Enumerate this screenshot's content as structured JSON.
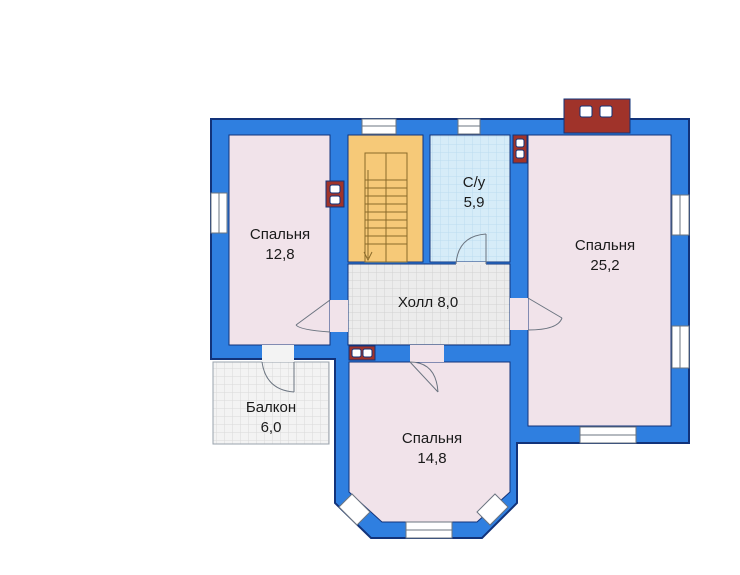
{
  "plan": {
    "colors": {
      "wall": "#2f7fe0",
      "wall_outline": "#12337a",
      "bedroom_floor": "#f1e3ea",
      "hall_floor": "#ececec",
      "bathroom_floor": "#d6ecf8",
      "stair_floor": "#f6c978",
      "balcony_floor": "#f3f3f3",
      "chimney": "#a0332a"
    },
    "rooms": {
      "bedroom_left": {
        "name": "Спальня",
        "area": "12,8"
      },
      "bathroom": {
        "name": "С/у",
        "area": "5,9"
      },
      "bedroom_right": {
        "name": "Спальня",
        "area": "25,2"
      },
      "hall": {
        "label": "Холл 8,0"
      },
      "balcony": {
        "name": "Балкон",
        "area": "6,0"
      },
      "bedroom_bottom": {
        "name": "Спальня",
        "area": "14,8"
      }
    }
  }
}
